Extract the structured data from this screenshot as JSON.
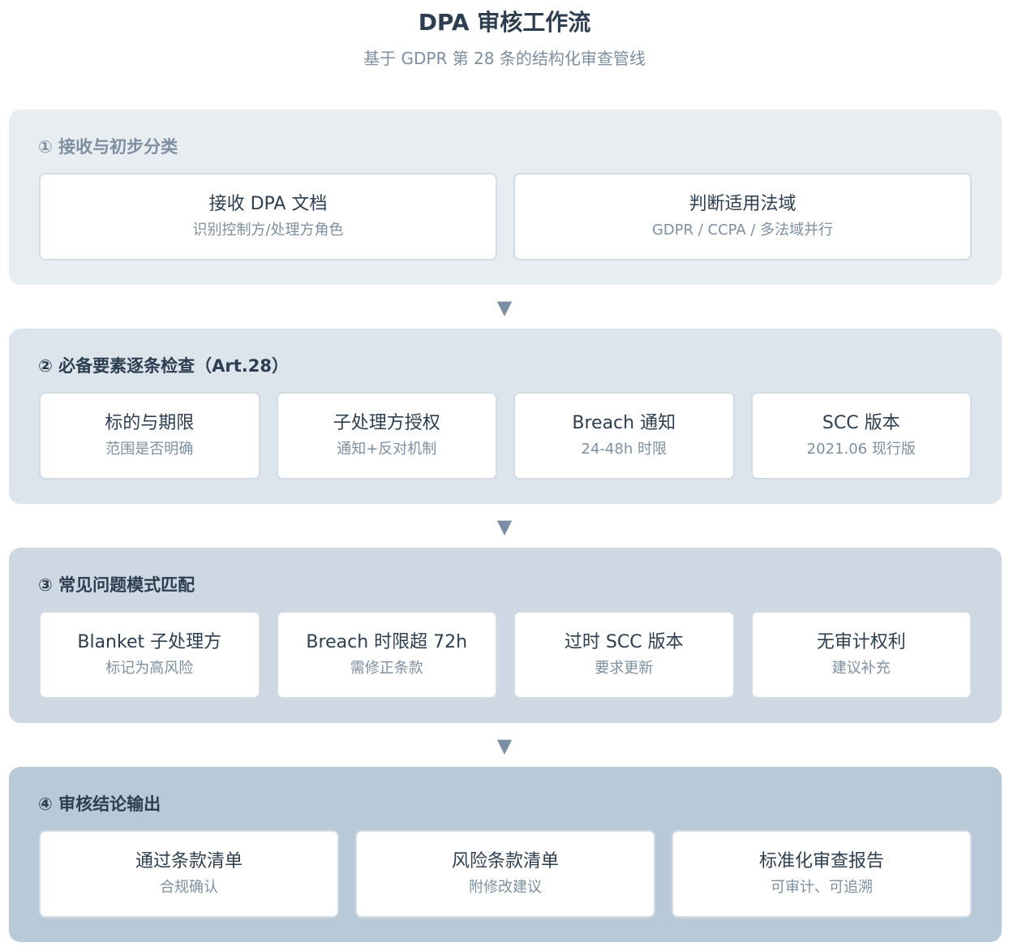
{
  "header": {
    "title": "DPA 审核工作流",
    "subtitle": "基于 GDPR 第 28 条的结构化审查管线"
  },
  "arrow_glyph": "▼",
  "stages": [
    {
      "title": "① 接收与初步分类",
      "cards": [
        {
          "title": "接收 DPA 文档",
          "sub": "识别控制方/处理方角色"
        },
        {
          "title": "判断适用法域",
          "sub": "GDPR / CCPA / 多法域并行"
        }
      ]
    },
    {
      "title": "② 必备要素逐条检查（Art.28）",
      "cards": [
        {
          "title": "标的与期限",
          "sub": "范围是否明确"
        },
        {
          "title": "子处理方授权",
          "sub": "通知+反对机制"
        },
        {
          "title": "Breach 通知",
          "sub": "24-48h 时限"
        },
        {
          "title": "SCC 版本",
          "sub": "2021.06 现行版"
        }
      ]
    },
    {
      "title": "③ 常见问题模式匹配",
      "cards": [
        {
          "title": "Blanket 子处理方",
          "sub": "标记为高风险"
        },
        {
          "title": "Breach 时限超 72h",
          "sub": "需修正条款"
        },
        {
          "title": "过时 SCC 版本",
          "sub": "要求更新"
        },
        {
          "title": "无审计权利",
          "sub": "建议补充"
        }
      ]
    },
    {
      "title": "④ 审核结论输出",
      "cards": [
        {
          "title": "通过条款清单",
          "sub": "合规确认"
        },
        {
          "title": "风险条款清单",
          "sub": "附修改建议"
        },
        {
          "title": "标准化审查报告",
          "sub": "可审计、可追溯"
        }
      ]
    }
  ]
}
